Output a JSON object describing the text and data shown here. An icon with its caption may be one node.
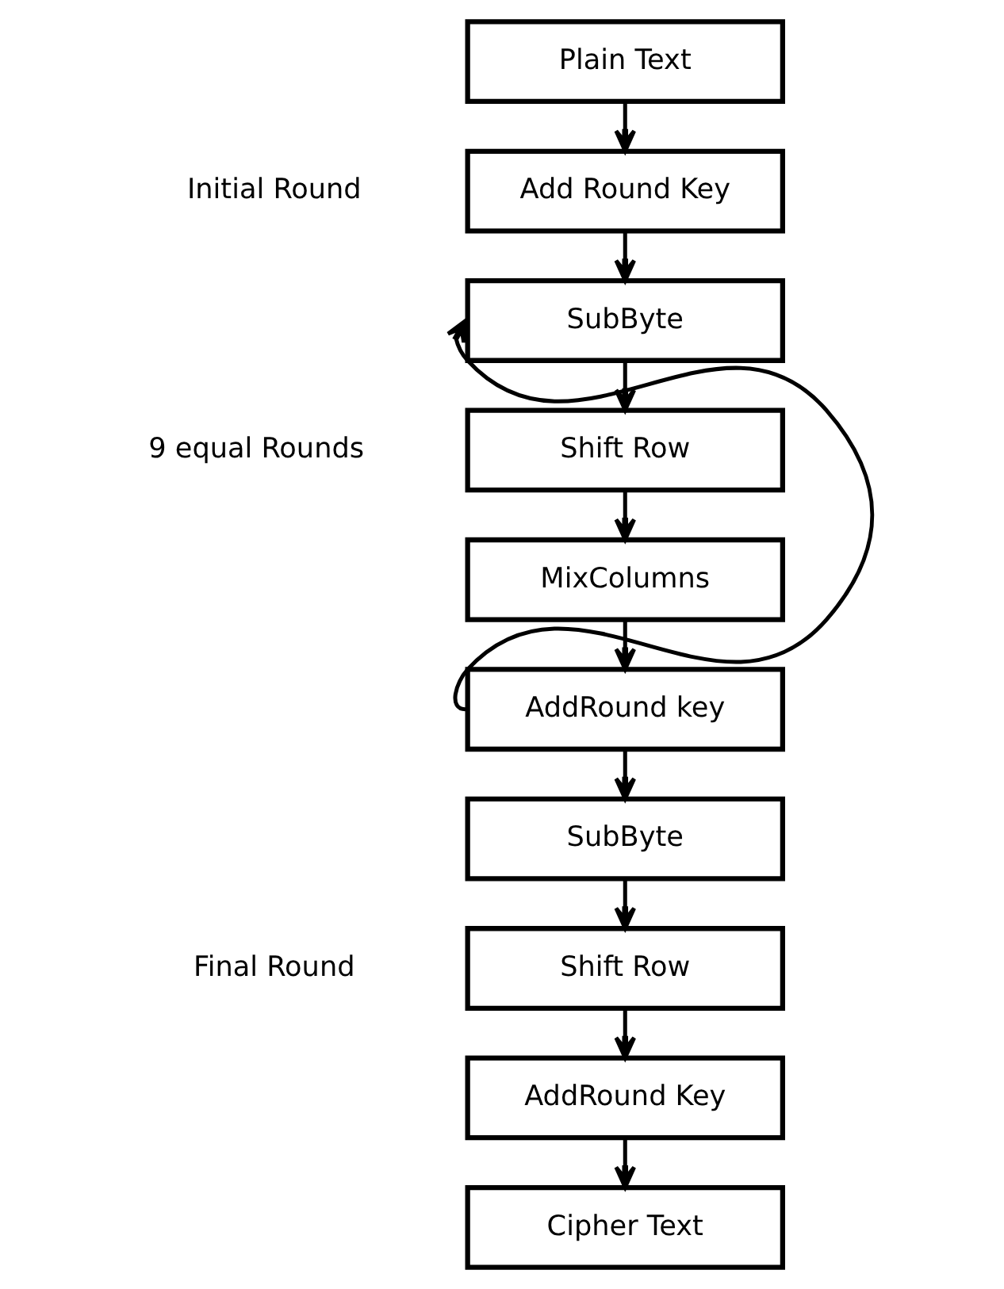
{
  "diagram": {
    "nodes": [
      {
        "text": [
          "Plain Text"
        ]
      },
      {
        "text": [
          "Add Round Key"
        ]
      },
      {
        "text": [
          "SubByte"
        ]
      },
      {
        "text": [
          "Shift Row"
        ]
      },
      {
        "text": [
          "MixColumns"
        ]
      },
      {
        "text": [
          "AddRound key"
        ]
      },
      {
        "text": [
          "SubByte"
        ]
      },
      {
        "text": [
          "Shift Row"
        ]
      },
      {
        "text": [
          "AddRound Key"
        ]
      },
      {
        "text": [
          "Cipher Text"
        ]
      }
    ],
    "edges": [
      {
        "from": 0,
        "to": 1,
        "arrow": "to"
      },
      {
        "from": 1,
        "to": 2,
        "arrow": "to"
      },
      {
        "from": 2,
        "to": 3,
        "arrow": "to"
      },
      {
        "from": 3,
        "to": 4,
        "arrow": "to"
      },
      {
        "from": 4,
        "to": 5,
        "arrow": "to"
      },
      {
        "from": 5,
        "to": 2,
        "arrow": "to"
      },
      {
        "from": 5,
        "to": 6,
        "arrow": "to"
      },
      {
        "from": 6,
        "to": 7,
        "arrow": "to"
      },
      {
        "from": 7,
        "to": 8,
        "arrow": "to"
      },
      {
        "from": 8,
        "to": 9,
        "arrow": "to"
      }
    ],
    "labels": [
      "Initial Round",
      "9 equal Rounds",
      "Final Round"
    ]
  }
}
